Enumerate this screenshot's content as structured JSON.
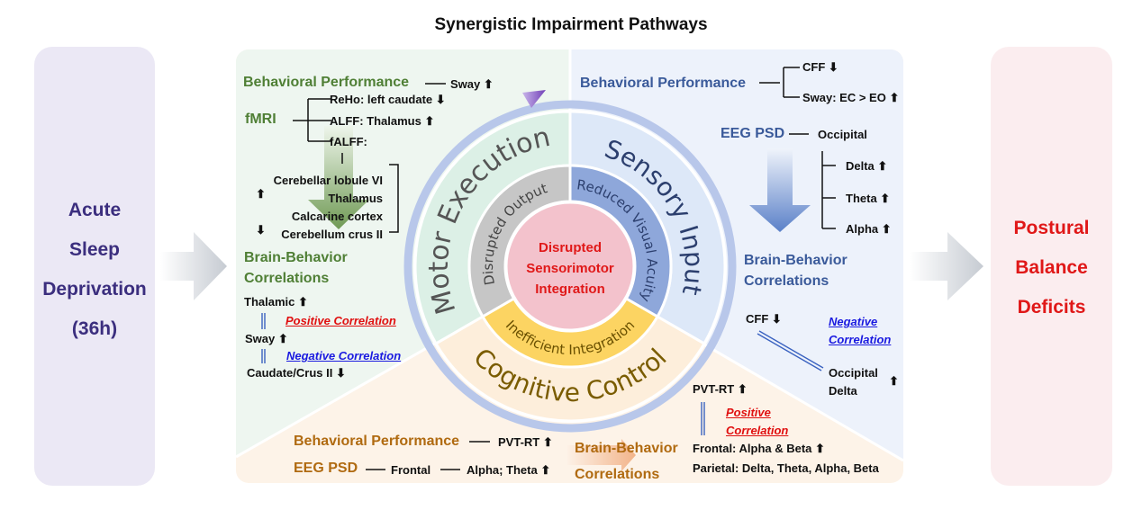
{
  "title": "Synergistic Impairment Pathways",
  "left_box": {
    "lines": [
      "Acute",
      "Sleep",
      "Deprivation",
      "(36h)"
    ],
    "color": "#3b2e7e"
  },
  "right_box": {
    "lines": [
      "Postural",
      "Balance",
      "Deficits"
    ],
    "color": "#e01818"
  },
  "center": {
    "lines": [
      "Disrupted",
      "Sensorimotor",
      "Integration"
    ]
  },
  "sectors": {
    "motor": {
      "outer": "Motor  Execution",
      "inner": "Disrupted  Output"
    },
    "sensory": {
      "outer": "Sensory  Input",
      "inner": "Reduced Visual Acuity"
    },
    "cognitive": {
      "outer": "Cognitive  Control",
      "inner": "Inefficient  Integration"
    }
  },
  "motor_panel": {
    "behavioral": "Behavioral Performance",
    "behavioral_result": "Sway ⬆",
    "fmri": "fMRI",
    "fmri_items": [
      "ReHo: left caudate ⬇",
      "ALFF:  Thalamus ⬆",
      "fALFF:"
    ],
    "falff_regions": [
      "Cerebellar lobule VI",
      "Thalamus",
      "Calcarine cortex",
      "Cerebellum crus II"
    ],
    "up_arrow": "⬆",
    "down_arrow": "⬇",
    "correlations_title": [
      "Brain-Behavior",
      "Correlations"
    ],
    "thalamic": "Thalamic ⬆",
    "positive": "Positive Correlation",
    "sway": "Sway ⬆",
    "negative": "Negative Correlation",
    "caudate": "Caudate/Crus II ⬇"
  },
  "sensory_panel": {
    "behavioral": "Behavioral Performance",
    "results": [
      "CFF ⬇",
      "Sway: EC > EO ⬆"
    ],
    "eeg": "EEG PSD",
    "occipital": "Occipital",
    "bands": [
      "Delta ⬆",
      "Theta ⬆",
      "Alpha ⬆"
    ],
    "correlations_title": [
      "Brain-Behavior",
      "Correlations"
    ],
    "cff": "CFF ⬇",
    "negative": [
      "Negative",
      "Correlation"
    ],
    "occ_delta": [
      "Occipital",
      "Delta"
    ],
    "up_arrow": "⬆"
  },
  "cognitive_panel": {
    "behavioral": "Behavioral Performance",
    "behavioral_result": "PVT-RT ⬆",
    "eeg": "EEG PSD",
    "frontal": "Frontal",
    "bands": "Alpha; Theta ⬆",
    "correlations_title": [
      "Brain-Behavior",
      "Correlations"
    ],
    "pvt": "PVT-RT ⬆",
    "positive": [
      "Positive",
      "Correlation"
    ],
    "frontal_corr": "Frontal: Alpha & Beta  ⬆",
    "parietal_corr": "Parietal: Delta, Theta, Alpha, Beta"
  }
}
